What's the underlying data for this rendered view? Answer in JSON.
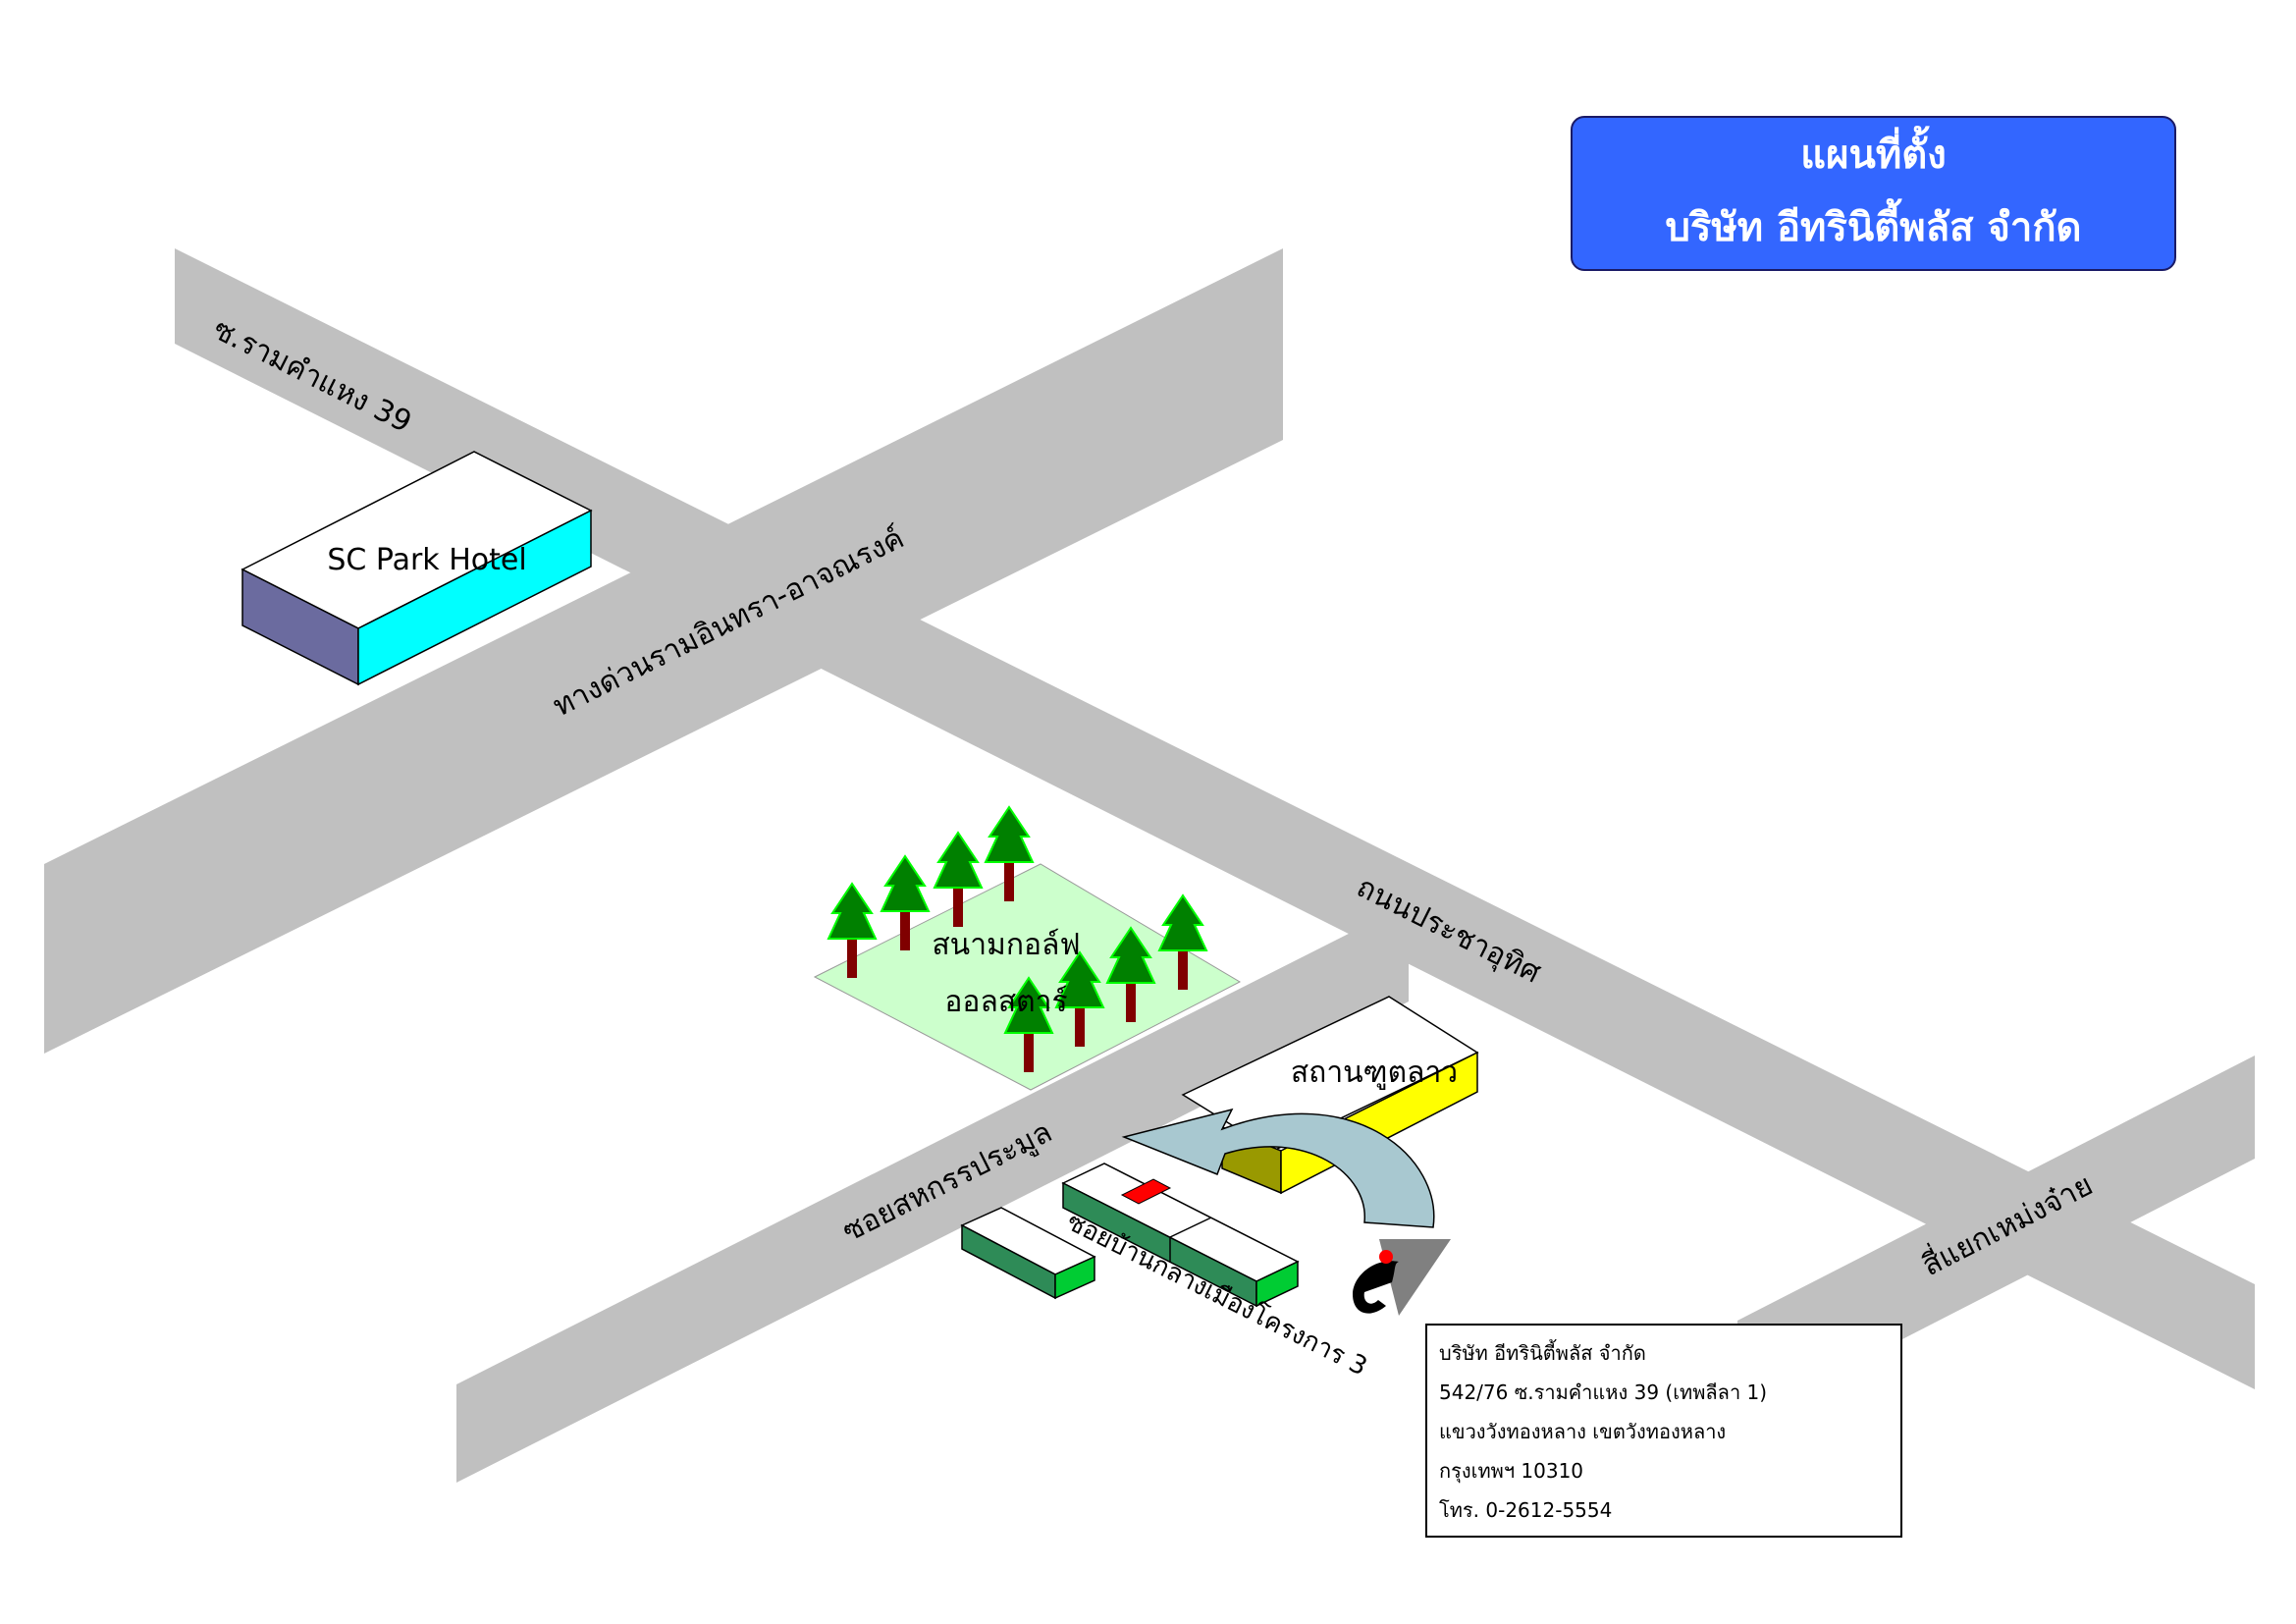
{
  "title": {
    "line1": "แผนที่ตั้ง",
    "line2": "บริษัท อีทรินิตี้พลัส จำกัด"
  },
  "roads": {
    "soi_ramkhamhaeng_39": "ซ.รามคำแหง 39",
    "expressway": "ทางด่วนรามอินทรา-อาจณรงค์",
    "pracha_uthit_road": "ถนนประชาอุทิศ",
    "soi_sahakan_pramun": "ซอยสหกรรประมูล",
    "soi_ban_klang_muang": "ซอยบ้านกลางเมืองโครงการ 3",
    "si_yaek_mai_chai": "สี่แยกเหม่งจ๋าย"
  },
  "places": {
    "hotel": "SC Park Hotel",
    "golf_line1": "สนามกอล์ฟ",
    "golf_line2": "ออลสตาร์",
    "embassy": "สถานฑูตลาว"
  },
  "address": {
    "company": "บริษัท อีทรินิตี้พลัส จำกัด",
    "street": "542/76 ซ.รามคำแหง 39 (เทพลีลา 1)",
    "district": "แขวงวังทองหลาง เขตวังทองหลาง",
    "city": "กรุงเทพฯ 10310",
    "phone": "โทร. 0-2612-5554"
  },
  "colors": {
    "road": "#c0c0c0",
    "title_bg": "#3366ff",
    "hotel_front": "#00ffff",
    "hotel_side": "#6b6b9f",
    "embassy_front": "#ffff00",
    "embassy_side": "#999900",
    "office_row": "#2e8b57",
    "office_end": "#00cc33",
    "office_marker": "#ff0000",
    "golf_lawn": "#ccffcc",
    "tree": "#008000",
    "trunk": "#800000",
    "arrow": "#a8c8d0"
  },
  "icons": {
    "logo": "etrinity-plus-logo",
    "arrow": "curved-direction-arrow",
    "tree": "pine-tree-icon"
  }
}
